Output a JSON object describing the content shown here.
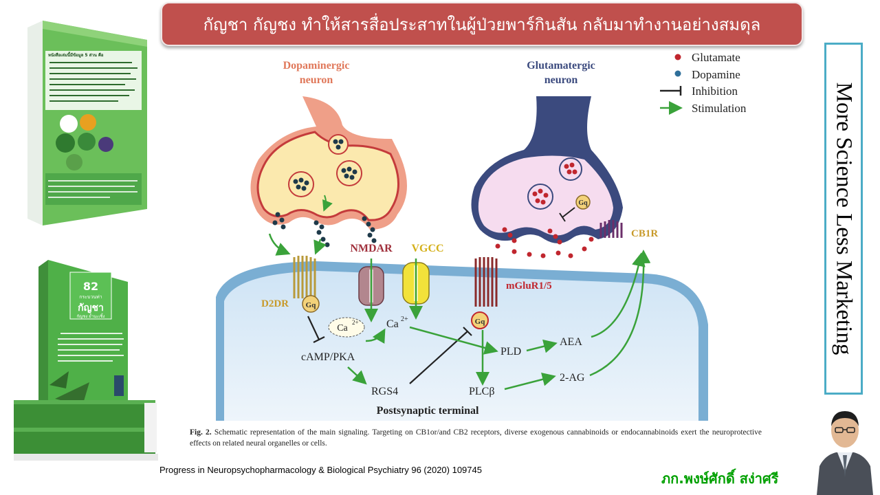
{
  "title": "กัญชา กัญชง ทำให้สารสื่อประสาทในผู้ป่วยพาร์กินสัน กลับมาทำงานอย่างสมดุล",
  "side_text": "More Science Less Marketing",
  "citation": "Progress in Neuropsychopharmacology & Biological Psychiatry 96 (2020) 109745",
  "author": "ภก.พงษ์ศักดิ์ สง่าศรี",
  "diagram": {
    "dopaminergic_line1": "Dopaminergic",
    "dopaminergic_line2": "neuron",
    "glutamatergic_line1": "Glutamatergic",
    "glutamatergic_line2": "neuron",
    "legend_glutamate": "Glutamate",
    "legend_dopamine": "Dopamine",
    "legend_inhibition": "Inhibition",
    "legend_stimulation": "Stimulation",
    "nmdar": "NMDAR",
    "vgcc": "VGCC",
    "mglur": "mGluR1/5",
    "cb1r": "CB1R",
    "d2dr": "D2DR",
    "gq": "Gq",
    "ca": "Ca",
    "ca_sup": "2+",
    "camp_pka": "cAMP/PKA",
    "rgs4": "RGS4",
    "pld": "PLD",
    "aea": "AEA",
    "plcb": "PLCβ",
    "two_ag": "2-AG",
    "postsynaptic": "Postsynaptic terminal",
    "fig_label": "Fig. 2.",
    "fig_caption": "Schematic representation of the main signaling. Targeting on CB1or/and CB2 receptors, diverse exogenous cannabinoids or endocannabinoids exert the neuroprotective effects on related neural organelles or cells."
  },
  "book1": {
    "header": "หนังสือเล่มนี้มีข้อมูล 5 ส่วน คือ"
  },
  "book2": {
    "number": "82",
    "subtitle": "กระบวนท่า",
    "title": "กัญชา",
    "tagline": "กัญชง ย้ำนะเชิ้ง"
  },
  "colors": {
    "banner": "#c0504d",
    "side_border": "#4bacc6",
    "author": "#00a000",
    "green_arrow": "#3aa23a",
    "glutamate": "#c0262e",
    "dopamine": "#1e3a4a"
  }
}
